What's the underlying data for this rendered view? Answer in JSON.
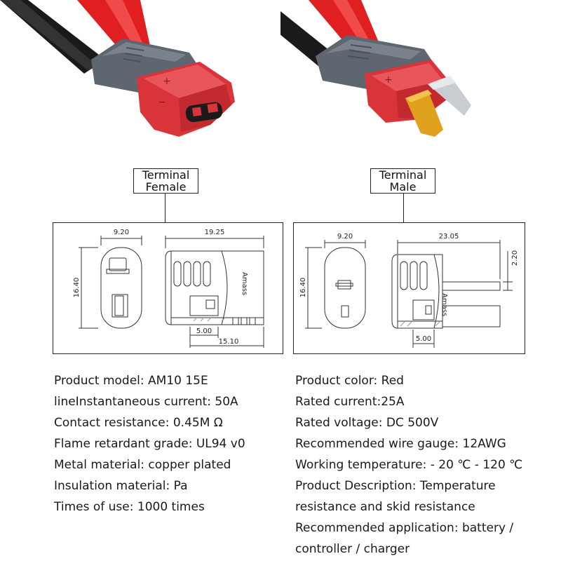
{
  "female": {
    "label_line1": "Terminal",
    "label_line2": "Female",
    "dims": {
      "width_end": "9.20",
      "height": "16.40",
      "length": "19.25",
      "pin_offset": "5.00",
      "body_len": "15.10"
    },
    "brand_mark": "Amass"
  },
  "male": {
    "label_line1": "Terminal",
    "label_line2": "Male",
    "dims": {
      "width_end": "9.20",
      "height": "16.40",
      "length": "23.05",
      "blade_thickness": "2.20",
      "pin_offset": "5.00"
    },
    "brand_mark": "Amass"
  },
  "specs_left": [
    "Product model: AM10 15E",
    "lineInstantaneous current: 50A",
    "Contact resistance: 0.45M Ω",
    "Flame retardant grade: UL94 v0",
    "Metal material: copper plated",
    "Insulation material: Pa",
    "Times of use: 1000 times"
  ],
  "specs_right": [
    "Product color: Red",
    "Rated current:25A",
    "Rated voltage: DC 500V",
    "Recommended wire gauge: 12AWG",
    "Working temperature: - 20 ℃ - 120 ℃",
    "Product Description: Temperature",
    "resistance and skid resistance",
    "Recommended application: battery /",
    "controller / charger"
  ],
  "colors": {
    "housing_red": "#d9343a",
    "sleeve_grey": "#5e6670",
    "wire_red": "#e02020",
    "wire_black": "#1a1a1a",
    "contact_gold": "#e0a11c",
    "contact_silver": "#c9ccd0"
  },
  "icons": [
    "female-connector-photo",
    "male-connector-photo",
    "female-dimension-drawing",
    "male-dimension-drawing"
  ]
}
